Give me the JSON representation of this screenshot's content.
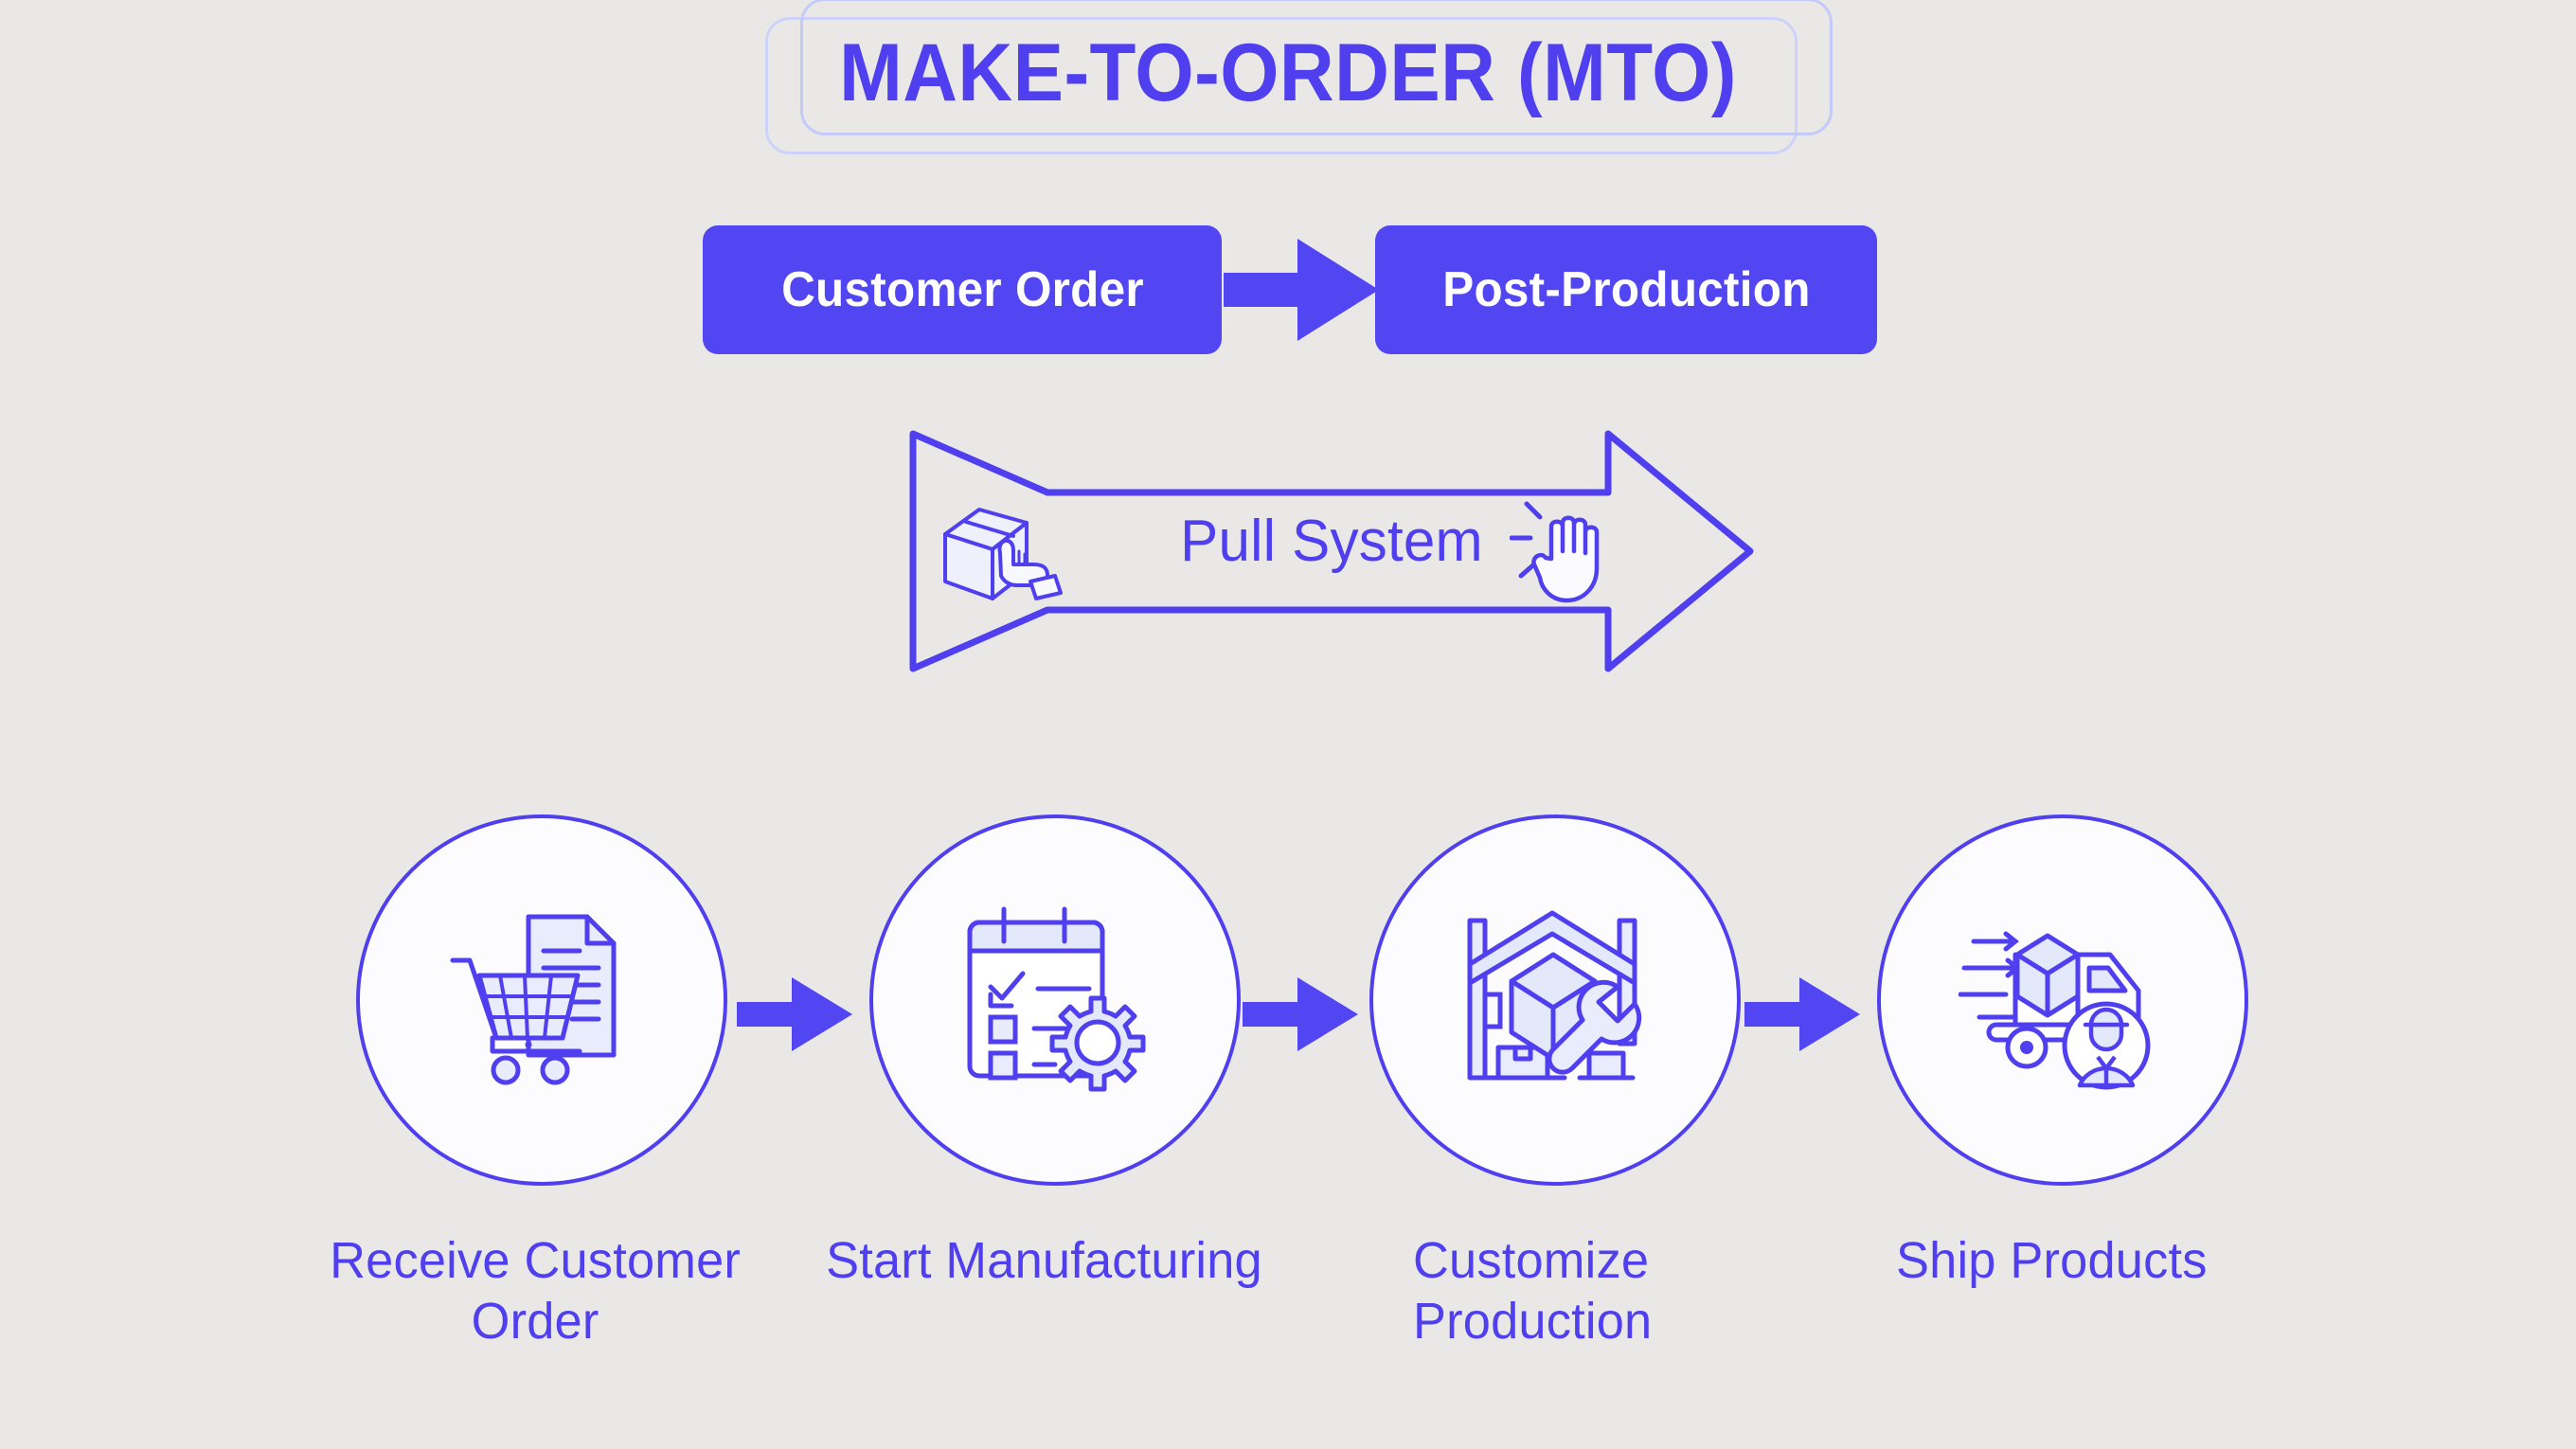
{
  "theme": {
    "background": "#eae8e6",
    "accent_blue": "#4f3fef",
    "pill_blue": "#5146f2",
    "pale_outline": "#cdd2fa",
    "circle_fill": "#fcfcff",
    "icon_tint": "#e6e9fb",
    "white": "#ffffff"
  },
  "header": {
    "title": "MAKE-TO-ORDER (MTO)"
  },
  "flow_pills": {
    "start_label": "Customer Order",
    "end_label": "Post-Production",
    "connector_icon": "right-arrow-icon"
  },
  "pull_banner": {
    "label": "Pull System",
    "left_icon": "hand-pulling-box-icon",
    "right_icon": "hand-click-icon",
    "shape": "double-chevron-arrow-outline"
  },
  "steps": [
    {
      "index": 1,
      "caption": "Receive Customer Order",
      "caption_lines": [
        "Receive Customer",
        "Order"
      ],
      "icon": "shopping-cart-document-icon"
    },
    {
      "index": 2,
      "caption": "Start Manufacturing",
      "caption_lines": [
        "Start Manufacturing"
      ],
      "icon": "checklist-gear-icon"
    },
    {
      "index": 3,
      "caption": "Customize Production",
      "caption_lines": [
        "Customize",
        "Production"
      ],
      "icon": "warehouse-box-wrench-icon"
    },
    {
      "index": 4,
      "caption": "Ship Products",
      "caption_lines": [
        "Ship Products"
      ],
      "icon": "delivery-truck-driver-icon"
    }
  ],
  "step_connectors": [
    "right-arrow-icon",
    "right-arrow-icon",
    "right-arrow-icon"
  ]
}
